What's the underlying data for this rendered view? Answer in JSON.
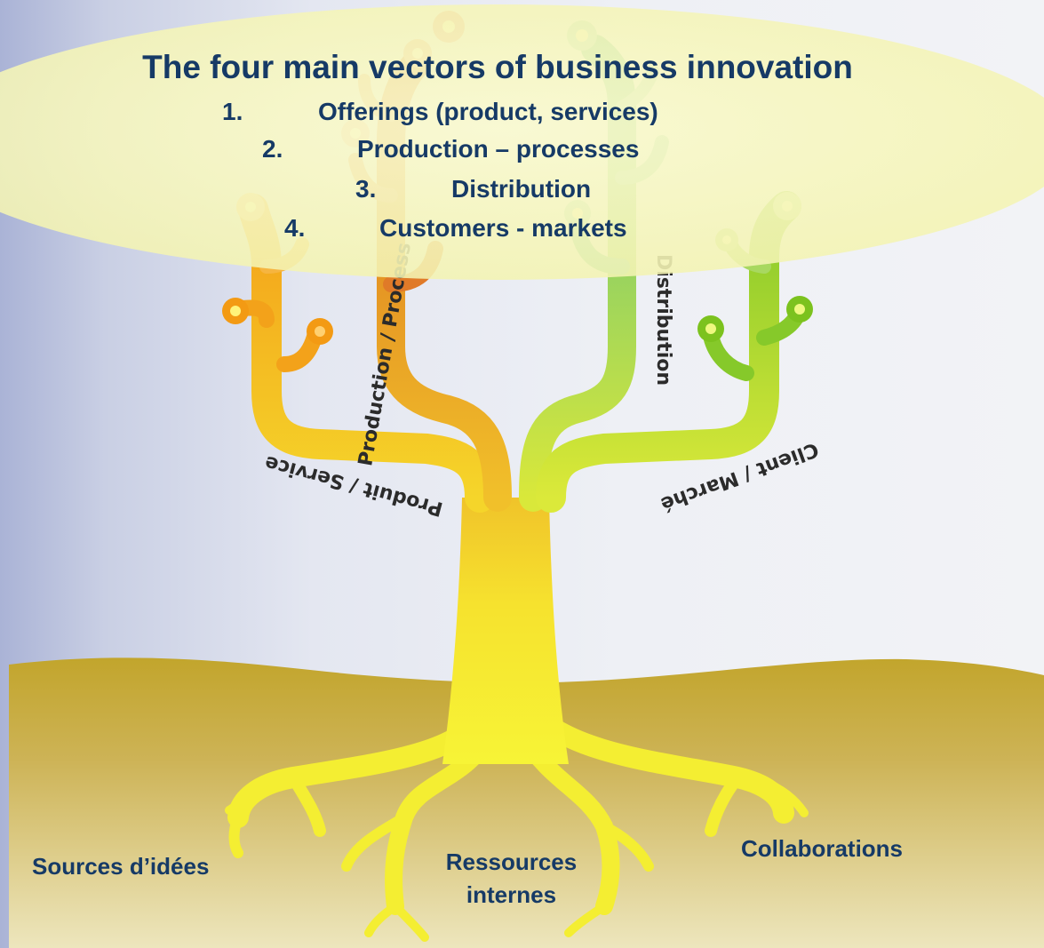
{
  "title": "The four main vectors of business innovation",
  "vectors": [
    {
      "number": "1.",
      "label": "Offerings (product, services)"
    },
    {
      "number": "2.",
      "label": "Production – processes"
    },
    {
      "number": "3.",
      "label": "Distribution"
    },
    {
      "number": "4.",
      "label": "Customers - markets"
    }
  ],
  "branches": [
    {
      "label": "Produit / Service",
      "color": "#f3a21a"
    },
    {
      "label": "Production / Process",
      "color": "#d86a1c"
    },
    {
      "label": "Distribution",
      "color": "#5ec27a"
    },
    {
      "label": "Client / Marché",
      "color": "#8fcc2a"
    }
  ],
  "roots": {
    "left": "Sources d’idées",
    "center_line1": "Ressources",
    "center_line2": "internes",
    "right": "Collaborations"
  },
  "colors": {
    "text": "#163a66",
    "trunk": "#f6ea2e",
    "ground": "#c9ad3a",
    "banner": "#f7f7b8"
  }
}
